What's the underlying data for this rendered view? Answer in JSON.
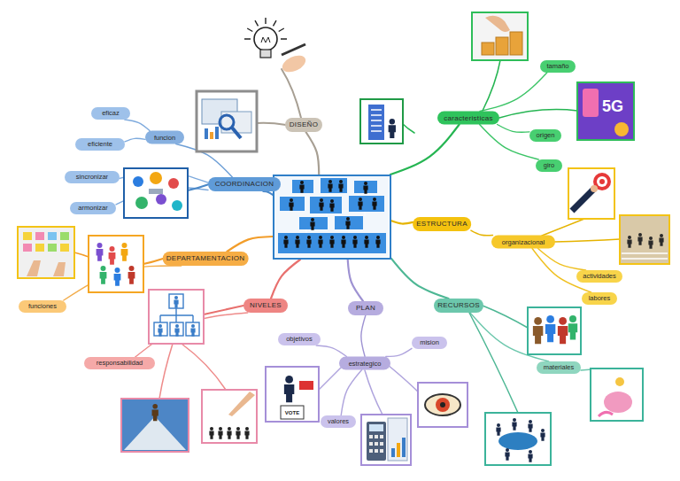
{
  "diagram": {
    "nodes": [
      {
        "text": []
      },
      {
        "text": [
          "DISEÑO"
        ]
      },
      {
        "text": [
          "COORDINACION"
        ]
      },
      {
        "text": [
          "funcion"
        ]
      },
      {
        "text": [
          "eficaz"
        ]
      },
      {
        "text": [
          "eficiente"
        ]
      },
      {
        "text": [
          "sincronizar"
        ]
      },
      {
        "text": [
          "armonizar"
        ]
      },
      {
        "text": [
          "DEPARTAMENTACION"
        ]
      },
      {
        "text": [
          "funciones"
        ]
      },
      {
        "text": [
          "NIVELES"
        ]
      },
      {
        "text": [
          "responsabilidad"
        ]
      },
      {
        "text": [
          "PLAN"
        ]
      },
      {
        "text": [
          "estrategico"
        ]
      },
      {
        "text": [
          "objetivos"
        ]
      },
      {
        "text": [
          "mision"
        ]
      },
      {
        "text": [
          "valores"
        ]
      },
      {
        "text": [
          "caracteristicas"
        ]
      },
      {
        "text": [
          "tamaño"
        ]
      },
      {
        "text": [
          "origen"
        ]
      },
      {
        "text": [
          "giro"
        ]
      },
      {
        "text": [
          "ESTRUCTURA"
        ]
      },
      {
        "text": [
          "organizacional"
        ]
      },
      {
        "text": [
          "actividades"
        ]
      },
      {
        "text": [
          "labores"
        ]
      },
      {
        "text": [
          "RECURSOS"
        ]
      },
      {
        "text": [
          "materiales"
        ]
      }
    ],
    "edges": [
      {
        "from": 0,
        "to": 1,
        "arrow": "none"
      },
      {
        "from": 0,
        "to": 2,
        "arrow": "none"
      },
      {
        "from": 2,
        "to": 3,
        "arrow": "none"
      },
      {
        "from": 3,
        "to": 4,
        "arrow": "none"
      },
      {
        "from": 3,
        "to": 5,
        "arrow": "none"
      },
      {
        "from": 2,
        "to": 6,
        "arrow": "none"
      },
      {
        "from": 2,
        "to": 7,
        "arrow": "none"
      },
      {
        "from": 0,
        "to": 8,
        "arrow": "none"
      },
      {
        "from": 8,
        "to": 9,
        "arrow": "none"
      },
      {
        "from": 0,
        "to": 10,
        "arrow": "none"
      },
      {
        "from": 10,
        "to": 11,
        "arrow": "none"
      },
      {
        "from": 0,
        "to": 12,
        "arrow": "none"
      },
      {
        "from": 12,
        "to": 13,
        "arrow": "none"
      },
      {
        "from": 13,
        "to": 14,
        "arrow": "none"
      },
      {
        "from": 13,
        "to": 15,
        "arrow": "none"
      },
      {
        "from": 13,
        "to": 16,
        "arrow": "none"
      },
      {
        "from": 0,
        "to": 17,
        "arrow": "none"
      },
      {
        "from": 17,
        "to": 18,
        "arrow": "none"
      },
      {
        "from": 17,
        "to": 19,
        "arrow": "none"
      },
      {
        "from": 17,
        "to": 20,
        "arrow": "none"
      },
      {
        "from": 0,
        "to": 21,
        "arrow": "none"
      },
      {
        "from": 21,
        "to": 22,
        "arrow": "none"
      },
      {
        "from": 22,
        "to": 23,
        "arrow": "none"
      },
      {
        "from": 22,
        "to": 24,
        "arrow": "none"
      },
      {
        "from": 0,
        "to": 25,
        "arrow": "none"
      },
      {
        "from": 25,
        "to": 26,
        "arrow": "none"
      }
    ],
    "labels": [
      "5G",
      "VOTE"
    ]
  }
}
